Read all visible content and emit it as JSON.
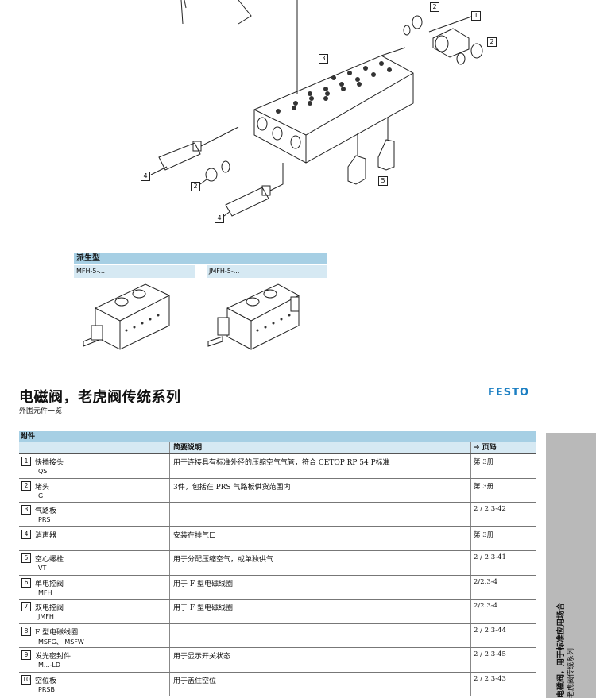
{
  "callouts": [
    "1",
    "2",
    "2",
    "3",
    "4",
    "2",
    "4",
    "5"
  ],
  "derivatives": {
    "heading": "派生型",
    "items": [
      {
        "code": "MFH-5-..."
      },
      {
        "code": "JMFH-5-..."
      }
    ]
  },
  "title": {
    "main": "电磁阀，老虎阀传统系列",
    "sub": "外围元件一览",
    "brand": "FESTO"
  },
  "accessories": {
    "heading": "附件",
    "columns": [
      "",
      "简要说明",
      "➔ 页码"
    ],
    "rows": [
      {
        "num": "1",
        "name": "快插接头",
        "code": "QS",
        "desc": "用于连接具有标准外径的压缩空气气管，符合 CETOP RP 54 P标准",
        "page": "第 3册"
      },
      {
        "num": "2",
        "name": "堵头",
        "code": "G",
        "desc": "3件，包括在 PRS 气路板供货范围内",
        "page": "第 3册"
      },
      {
        "num": "3",
        "name": "气路板",
        "code": "PRS",
        "desc": "",
        "page": "2 / 2.3-42"
      },
      {
        "num": "4",
        "name": "消声器",
        "code": "",
        "desc": "安装在排气口",
        "page": "第 3册"
      },
      {
        "num": "5",
        "name": "空心螺栓",
        "code": "VT",
        "desc": "用于分配压缩空气，或单独供气",
        "page": "2 / 2.3-41"
      },
      {
        "num": "6",
        "name": "单电控阀",
        "code": "MFH",
        "desc": "用于 F 型电磁线圈",
        "page": "2/2.3-4"
      },
      {
        "num": "7",
        "name": "双电控阀",
        "code": "JMFH",
        "desc": "用于 F 型电磁线圈",
        "page": "2/2.3-4"
      },
      {
        "num": "8",
        "name": "F 型电磁线圈",
        "code": "MSFG、 MSFW",
        "desc": "",
        "page": "2 / 2.3-44"
      },
      {
        "num": "9",
        "name": "发光密封件",
        "code": "M...-LD",
        "desc": "用于显示开关状态",
        "page": "2 / 2.3-45"
      },
      {
        "num": "10",
        "name": "空位板",
        "code": "PRSB",
        "desc": "用于盖住空位",
        "page": "2 / 2.3-43"
      }
    ]
  },
  "side_tab": {
    "line1": "电磁阀，用于标准应用场合",
    "line2": "老虎阀传统系列"
  }
}
